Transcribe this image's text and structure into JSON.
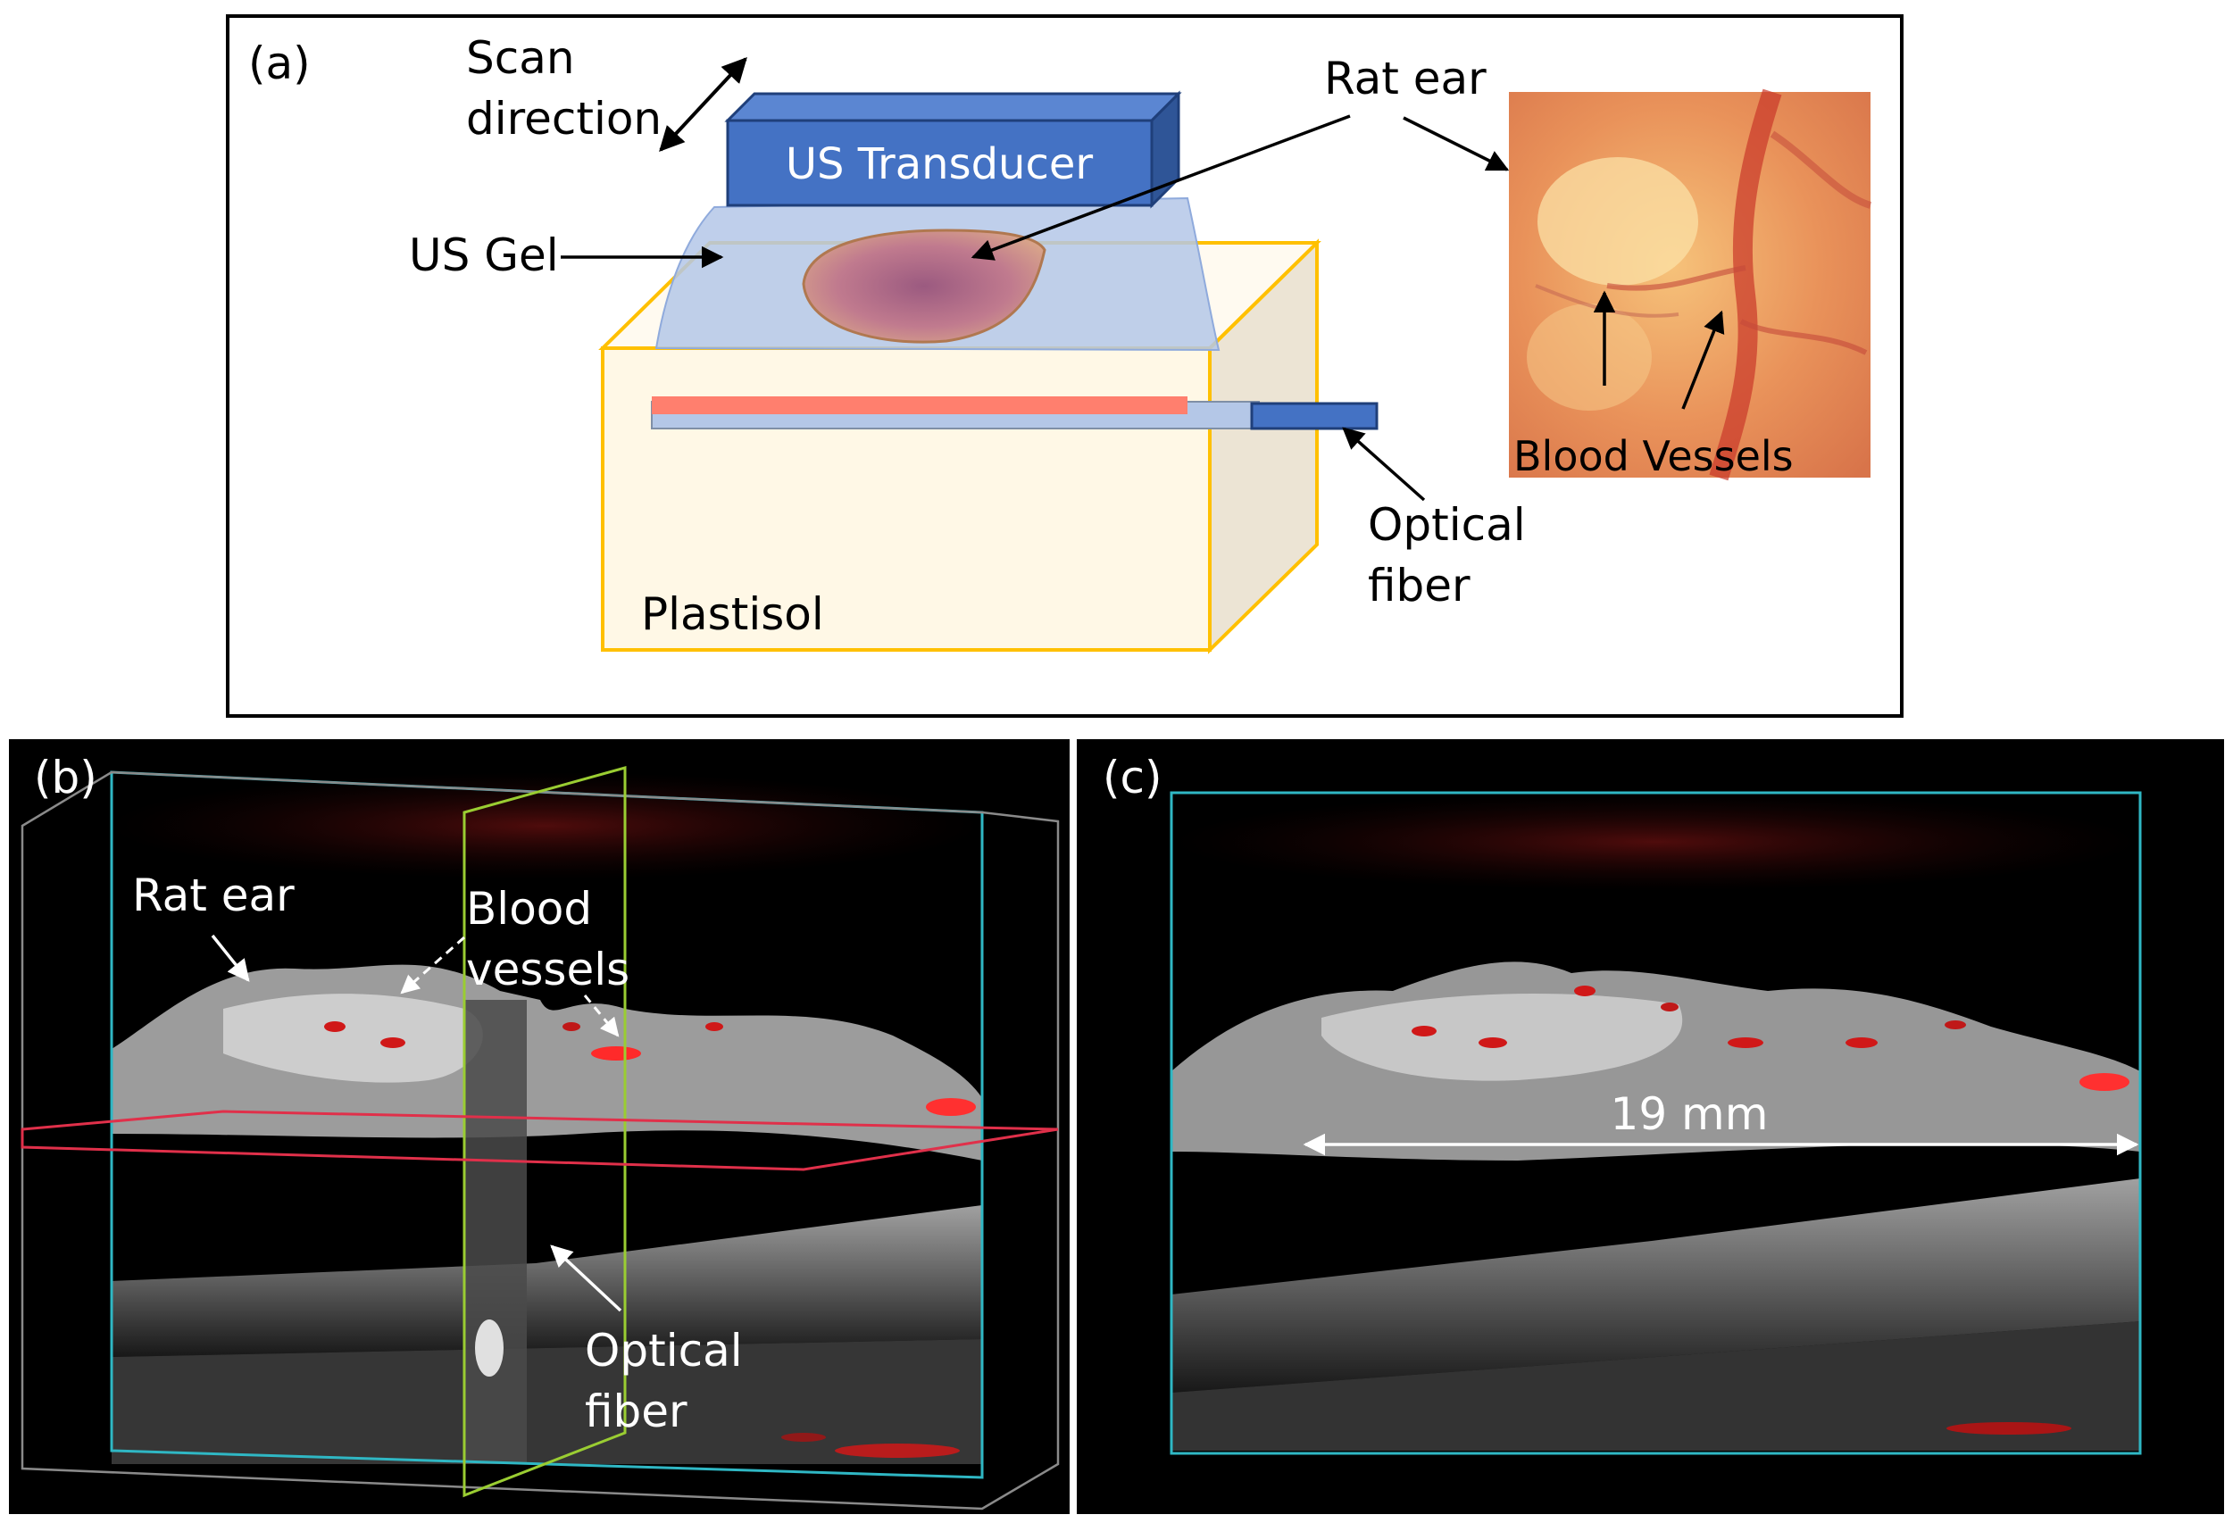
{
  "panel_a": {
    "tag": "(a)",
    "scan_line1": "Scan",
    "scan_line2": "direction",
    "transducer": "US Transducer",
    "gel": "US Gel",
    "rat_ear": "Rat ear",
    "plastisol": "Plastisol",
    "fiber_line1": "Optical",
    "fiber_line2": "fiber",
    "vessels": "Blood Vessels"
  },
  "panel_b": {
    "tag": "(b)",
    "rat_ear": "Rat ear",
    "vessels_line1": "Blood",
    "vessels_line2": "vessels",
    "fiber_line1": "Optical",
    "fiber_line2": "fiber"
  },
  "panel_c": {
    "tag": "(c)",
    "measurement": "19 mm"
  },
  "colors": {
    "transducer": "#4472c4",
    "transducer_dark": "#2f5597",
    "gel": "#b4c7e7",
    "plastisol_edge": "#ffc000",
    "plastisol_fill": "#fff8e6",
    "fiber_light": "#ff7f6e",
    "fiber_connector": "#4472c4",
    "cyan_box": "#2fb7c4",
    "green_plane": "#9acd32",
    "red_plane": "#e0304a"
  }
}
